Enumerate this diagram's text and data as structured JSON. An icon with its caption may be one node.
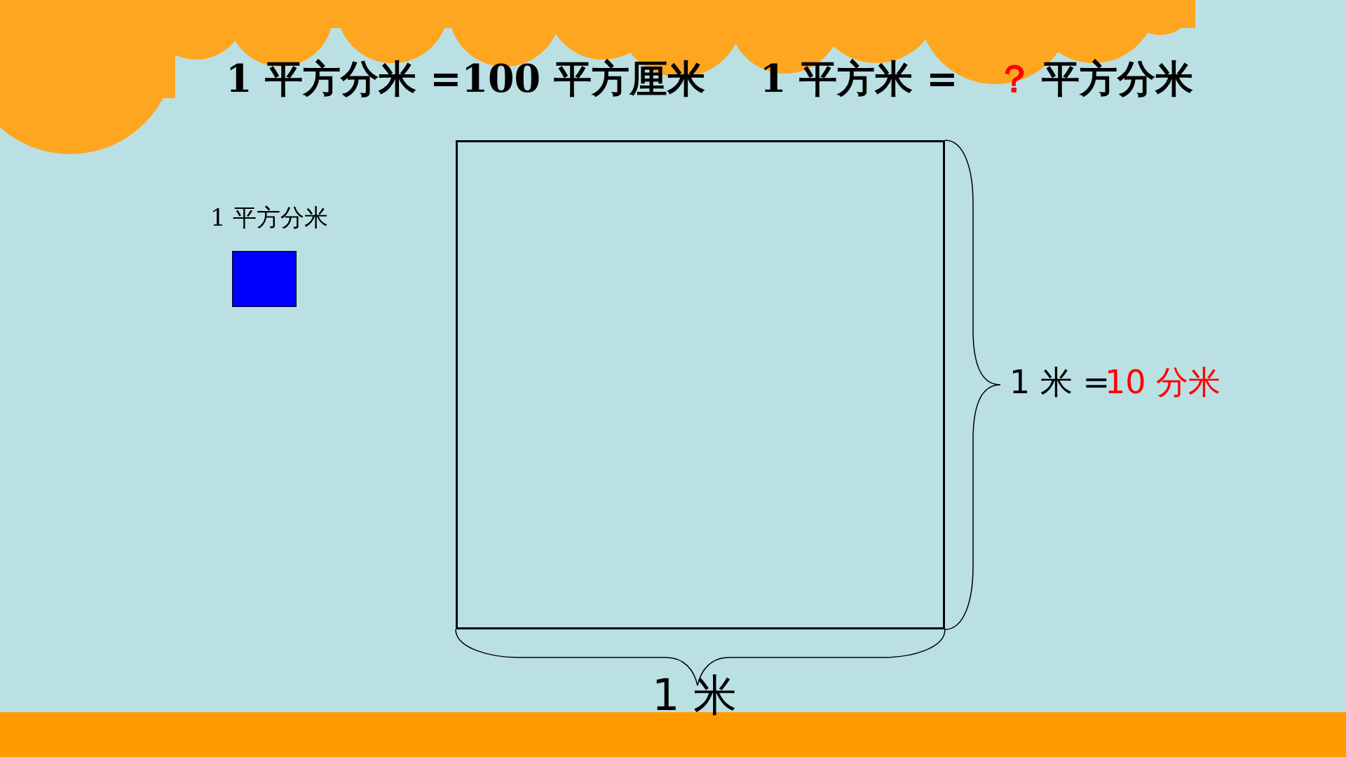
{
  "diagram": {
    "nodes": [
      {
        "text": [],
        "shape": "box"
      },
      {
        "text": [],
        "shape": "box"
      }
    ],
    "edges": [],
    "labels": [
      "1 平方分米 =100 平方厘米",
      "1 平方米 =",
      "？",
      "平方分米",
      "1 平方分米",
      "1 米 =",
      "10 分米",
      "1 米"
    ]
  }
}
